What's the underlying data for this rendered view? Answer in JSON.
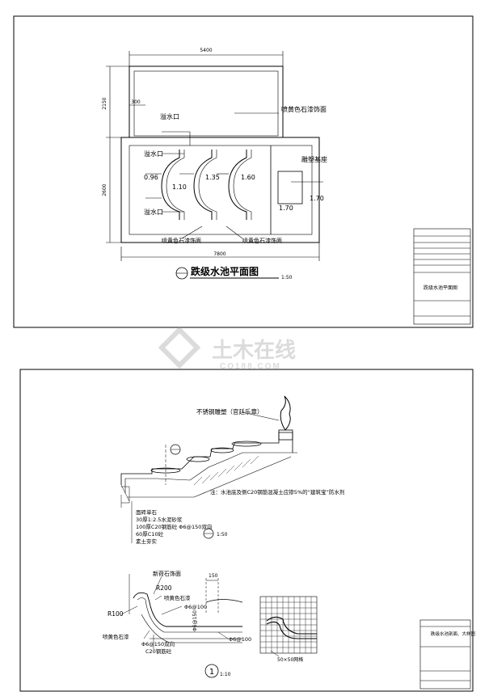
{
  "watermark": {
    "brand": "土木在线",
    "site": "CO188.COM"
  },
  "sheet1": {
    "dims": {
      "top_width": "5400",
      "left_upper": "2150",
      "left_lower": "2600",
      "bottom_width": "7800",
      "small_300": "300"
    },
    "labels": {
      "overflow_top": "溢水口",
      "overflow_mid": "溢水口",
      "overflow_bottom": "溢水口",
      "yellow_stone_top": "喷黄色石漆饰面",
      "yellow_stone_left": "喷黄色石漆饰面",
      "yellow_stone_right": "喷黄色石漆饰面",
      "sculpture_base": "雕塑基座"
    },
    "levels": {
      "l096": "0.96",
      "l110": "1.10",
      "l135": "1.35",
      "l160": "1.60",
      "l170a": "1.70",
      "l170b": "1.70"
    },
    "title": "跌级水池平面图",
    "scale": "1:50",
    "title_block": {
      "drawing_name": "跌级水池平面图"
    }
  },
  "sheet2": {
    "labels": {
      "sculpture": "不锈钢雕塑（官廷乐章）",
      "note": "注：水池底及侧C20钢筋混凝土应掺5%的“建筑宝”防水剂",
      "layer1": "面砖单石",
      "layer2": "30厚1:2.5水泥砂浆",
      "layer3": "100厚C20钢筋砼 Φ6@150双向",
      "layer4": "60厚C10砼",
      "layer5": "素土夯实",
      "scale1": "1:50",
      "granite": "新荷石饰面",
      "yellow_paint": "喷黄色石漆",
      "r200": "R200",
      "r100": "R100",
      "yellow_stone": "喷黄色石漆",
      "phi100a": "Φ6@100",
      "phi100b": "Φ6@100",
      "phi150": "Φ6@150",
      "rebar_c20": "Φ6@150双向",
      "c20": "C20钢筋砼",
      "grid_note": "50×50网格",
      "dim_150": "150",
      "detail_num": "1",
      "detail_scale": "1:10"
    },
    "title_block": {
      "drawing_name": "跌级水池剖面、大样图"
    }
  }
}
